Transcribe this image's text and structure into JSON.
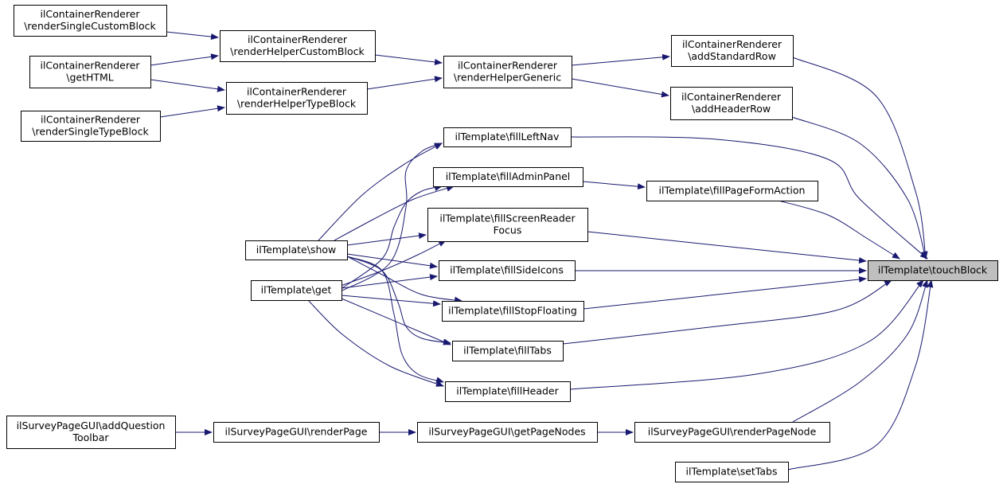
{
  "graph": {
    "edge_color": "#191970",
    "node_stroke": "#000000",
    "node_fill": "#ffffff",
    "highlight_fill": "#bfbfbf",
    "nodes": [
      {
        "id": "renderSingleCustomBlock",
        "lines": [
          "ilContainerRenderer",
          "\\renderSingleCustomBlock"
        ]
      },
      {
        "id": "getHTML",
        "lines": [
          "ilContainerRenderer",
          "\\getHTML"
        ]
      },
      {
        "id": "renderSingleTypeBlock",
        "lines": [
          "ilContainerRenderer",
          "\\renderSingleTypeBlock"
        ]
      },
      {
        "id": "renderHelperCustomBlock",
        "lines": [
          "ilContainerRenderer",
          "\\renderHelperCustomBlock"
        ]
      },
      {
        "id": "renderHelperTypeBlock",
        "lines": [
          "ilContainerRenderer",
          "\\renderHelperTypeBlock"
        ]
      },
      {
        "id": "renderHelperGeneric",
        "lines": [
          "ilContainerRenderer",
          "\\renderHelperGeneric"
        ]
      },
      {
        "id": "addStandardRow",
        "lines": [
          "ilContainerRenderer",
          "\\addStandardRow"
        ]
      },
      {
        "id": "addHeaderRow",
        "lines": [
          "ilContainerRenderer",
          "\\addHeaderRow"
        ]
      },
      {
        "id": "fillLeftNav",
        "lines": [
          "ilTemplate\\fillLeftNav"
        ]
      },
      {
        "id": "fillAdminPanel",
        "lines": [
          "ilTemplate\\fillAdminPanel"
        ]
      },
      {
        "id": "fillPageFormAction",
        "lines": [
          "ilTemplate\\fillPageFormAction"
        ]
      },
      {
        "id": "fillScreenReaderFocus",
        "lines": [
          "ilTemplate\\fillScreenReader",
          "Focus"
        ]
      },
      {
        "id": "show",
        "lines": [
          "ilTemplate\\show"
        ]
      },
      {
        "id": "get",
        "lines": [
          "ilTemplate\\get"
        ]
      },
      {
        "id": "fillSideIcons",
        "lines": [
          "ilTemplate\\fillSideIcons"
        ]
      },
      {
        "id": "fillStopFloating",
        "lines": [
          "ilTemplate\\fillStopFloating"
        ]
      },
      {
        "id": "fillTabs",
        "lines": [
          "ilTemplate\\fillTabs"
        ]
      },
      {
        "id": "fillHeader",
        "lines": [
          "ilTemplate\\fillHeader"
        ]
      },
      {
        "id": "touchBlock",
        "lines": [
          "ilTemplate\\touchBlock"
        ],
        "highlight": true
      },
      {
        "id": "addQuestionToolbar",
        "lines": [
          "ilSurveyPageGUI\\addQuestion",
          "Toolbar"
        ]
      },
      {
        "id": "renderPage",
        "lines": [
          "ilSurveyPageGUI\\renderPage"
        ]
      },
      {
        "id": "getPageNodes",
        "lines": [
          "ilSurveyPageGUI\\getPageNodes"
        ]
      },
      {
        "id": "renderPageNode",
        "lines": [
          "ilSurveyPageGUI\\renderPageNode"
        ]
      },
      {
        "id": "setTabs",
        "lines": [
          "ilTemplate\\setTabs"
        ]
      }
    ],
    "edges": [
      {
        "from": "renderSingleCustomBlock",
        "to": "renderHelperCustomBlock"
      },
      {
        "from": "getHTML",
        "to": "renderHelperCustomBlock"
      },
      {
        "from": "getHTML",
        "to": "renderHelperTypeBlock"
      },
      {
        "from": "renderSingleTypeBlock",
        "to": "renderHelperTypeBlock"
      },
      {
        "from": "renderHelperCustomBlock",
        "to": "renderHelperGeneric"
      },
      {
        "from": "renderHelperTypeBlock",
        "to": "renderHelperGeneric"
      },
      {
        "from": "renderHelperGeneric",
        "to": "addStandardRow"
      },
      {
        "from": "renderHelperGeneric",
        "to": "addHeaderRow"
      },
      {
        "from": "addStandardRow",
        "to": "touchBlock"
      },
      {
        "from": "addHeaderRow",
        "to": "touchBlock"
      },
      {
        "from": "show",
        "to": "fillLeftNav"
      },
      {
        "from": "get",
        "to": "fillLeftNav"
      },
      {
        "from": "show",
        "to": "fillAdminPanel"
      },
      {
        "from": "get",
        "to": "fillAdminPanel"
      },
      {
        "from": "show",
        "to": "fillScreenReaderFocus"
      },
      {
        "from": "get",
        "to": "fillScreenReaderFocus"
      },
      {
        "from": "show",
        "to": "fillSideIcons"
      },
      {
        "from": "get",
        "to": "fillSideIcons"
      },
      {
        "from": "show",
        "to": "fillStopFloating"
      },
      {
        "from": "get",
        "to": "fillStopFloating"
      },
      {
        "from": "show",
        "to": "fillTabs"
      },
      {
        "from": "get",
        "to": "fillTabs"
      },
      {
        "from": "show",
        "to": "fillHeader"
      },
      {
        "from": "get",
        "to": "fillHeader"
      },
      {
        "from": "fillAdminPanel",
        "to": "fillPageFormAction"
      },
      {
        "from": "fillLeftNav",
        "to": "touchBlock"
      },
      {
        "from": "fillPageFormAction",
        "to": "touchBlock"
      },
      {
        "from": "fillScreenReaderFocus",
        "to": "touchBlock"
      },
      {
        "from": "fillSideIcons",
        "to": "touchBlock"
      },
      {
        "from": "fillStopFloating",
        "to": "touchBlock"
      },
      {
        "from": "fillTabs",
        "to": "touchBlock"
      },
      {
        "from": "fillHeader",
        "to": "touchBlock"
      },
      {
        "from": "addQuestionToolbar",
        "to": "renderPage"
      },
      {
        "from": "renderPage",
        "to": "getPageNodes"
      },
      {
        "from": "getPageNodes",
        "to": "renderPageNode"
      },
      {
        "from": "renderPageNode",
        "to": "touchBlock"
      },
      {
        "from": "setTabs",
        "to": "touchBlock"
      }
    ]
  }
}
